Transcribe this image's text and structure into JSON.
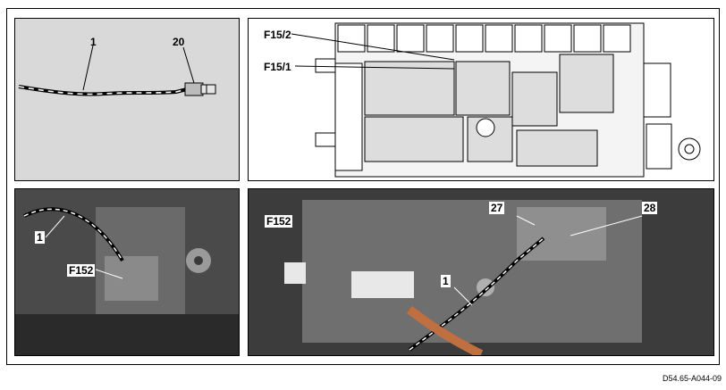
{
  "panels": [
    {
      "id": "wiring-detail",
      "labels": [
        "1",
        "20"
      ]
    },
    {
      "id": "fuse-box-diagram",
      "labels": [
        "F15/2",
        "F15/1"
      ]
    },
    {
      "id": "footwell-photo",
      "labels": [
        "1",
        "F152"
      ]
    },
    {
      "id": "module-closeup-photo",
      "labels": [
        "F152",
        "27",
        "28",
        "1"
      ]
    }
  ],
  "callouts": {
    "p1_wire": "1",
    "p1_connector": "20",
    "p2_fuse_a": "F15/2",
    "p2_fuse_b": "F15/1",
    "p3_wire": "1",
    "p3_module": "F152",
    "p4_module": "F152",
    "p4_pin_a": "27",
    "p4_pin_b": "28",
    "p4_wire": "1"
  },
  "reference_code": "D54.65-A044-09"
}
